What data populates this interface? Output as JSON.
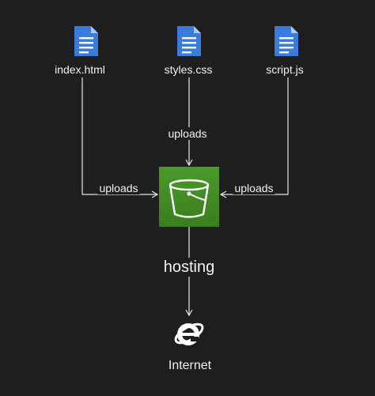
{
  "nodes": {
    "file1": {
      "label": "index.html",
      "icon": "document-icon"
    },
    "file2": {
      "label": "styles.css",
      "icon": "document-icon"
    },
    "file3": {
      "label": "script.js",
      "icon": "document-icon"
    },
    "bucket": {
      "icon": "s3-bucket-icon"
    },
    "internet": {
      "label": "Internet",
      "icon": "internet-explorer-icon"
    }
  },
  "edges": {
    "file1_to_bucket": "uploads",
    "file2_to_bucket": "uploads",
    "file3_to_bucket": "uploads",
    "bucket_to_internet": "hosting"
  },
  "colors": {
    "background": "#1e1e1e",
    "document_blue": "#3b7bd9",
    "bucket_green": "#3f8624",
    "line": "#e6e6e6"
  }
}
